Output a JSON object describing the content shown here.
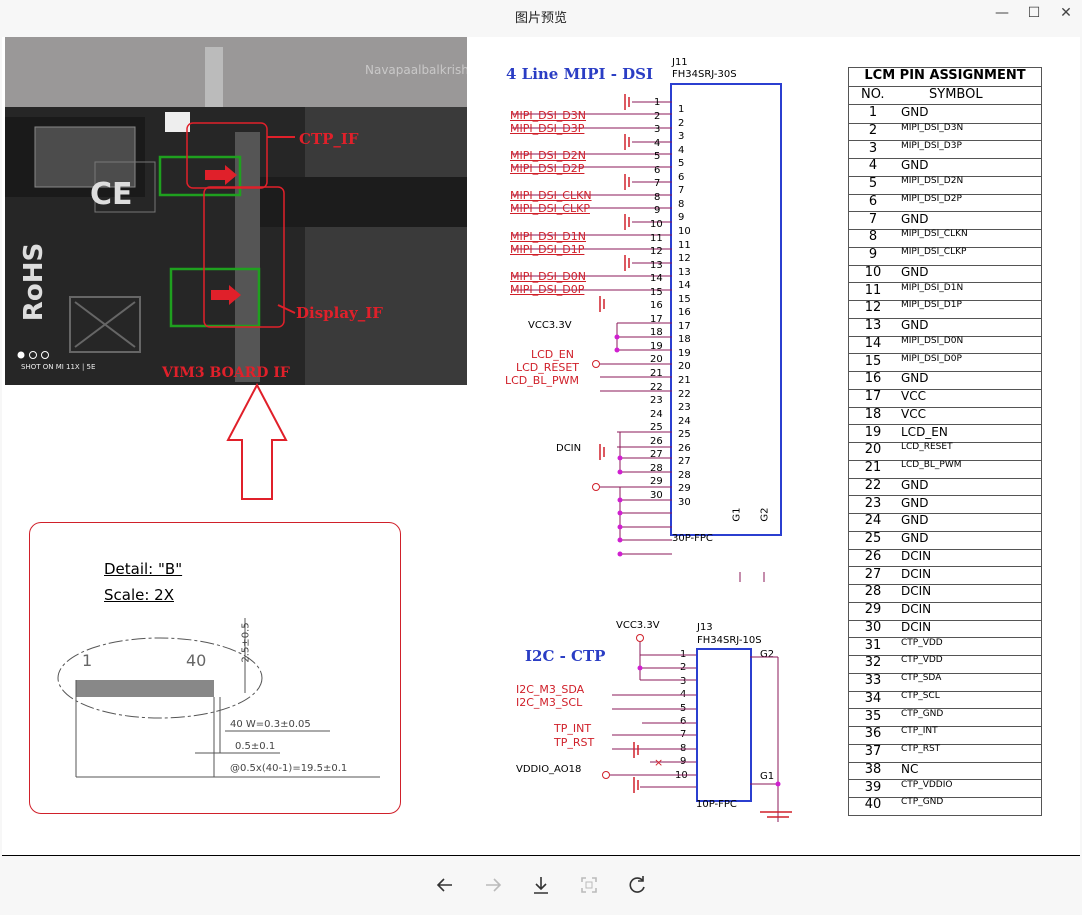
{
  "window": {
    "title": "图片预览",
    "minimize": "—",
    "maximize": "☐",
    "close": "✕"
  },
  "photo": {
    "watermark": "Navapaalbalkrishna",
    "labels": {
      "ctp_if": "CTP_IF",
      "display_if": "Display_IF",
      "board_if": "VIM3 BOARD IF"
    },
    "shot_on": "SHOT ON MI 11X | 5E",
    "rohs": "RoHS",
    "ce": "CE"
  },
  "detail": {
    "title": "Detail: \"B\"",
    "scale": "Scale: 2X",
    "pin1": "1",
    "pin40": "40",
    "dim_height": "2.5±0.5",
    "dim_w": "40  W=0.3±0.05",
    "dim_gap": "0.5±0.1",
    "dim_total": "@0.5x(40-1)=19.5±0.1"
  },
  "schematic": {
    "mipi_title": "4 Line MIPI - DSI",
    "j11_ref": "J11",
    "j11_part": "FH34SRJ-30S",
    "j11_footprint": "30P-FPC",
    "g1": "G1",
    "g2": "G2",
    "signals_left": [
      {
        "name": "MIPI_DSI_D3N",
        "pin": "2"
      },
      {
        "name": "MIPI_DSI_D3P",
        "pin": "3"
      },
      {
        "name": "MIPI_DSI_D2N",
        "pin": "5"
      },
      {
        "name": "MIPI_DSI_D2P",
        "pin": "6"
      },
      {
        "name": "MIPI_DSI_CLKN",
        "pin": "8"
      },
      {
        "name": "MIPI_DSI_CLKP",
        "pin": "9"
      },
      {
        "name": "MIPI_DSI_D1N",
        "pin": "11"
      },
      {
        "name": "MIPI_DSI_D1P",
        "pin": "12"
      },
      {
        "name": "MIPI_DSI_D0N",
        "pin": "14"
      },
      {
        "name": "MIPI_DSI_D0P",
        "pin": "15"
      }
    ],
    "vcc33": "VCC3.3V",
    "lcd_en": "LCD_EN",
    "lcd_reset": "LCD_RESET",
    "lcd_bl_pwm": "LCD_BL_PWM",
    "dcin": "DCIN",
    "i2c_title": "I2C - CTP",
    "j13_ref": "J13",
    "j13_part": "FH34SRJ-10S",
    "j13_footprint": "10P-FPC",
    "i2c_sda": "I2C_M3_SDA",
    "i2c_scl": "I2C_M3_SCL",
    "tp_int": "TP_INT",
    "tp_rst": "TP_RST",
    "vddio": "VDDIO_AO18",
    "vcc33_2": "VCC3.3V"
  },
  "lcm": {
    "title": "LCM PIN ASSIGNMENT",
    "col_no": "NO.",
    "col_symbol": "SYMBOL",
    "rows": [
      [
        "1",
        "GND"
      ],
      [
        "2",
        "MIPI_DSI_D3N"
      ],
      [
        "3",
        "MIPI_DSI_D3P"
      ],
      [
        "4",
        "GND"
      ],
      [
        "5",
        "MIPI_DSI_D2N"
      ],
      [
        "6",
        "MIPI_DSI_D2P"
      ],
      [
        "7",
        "GND"
      ],
      [
        "8",
        "MIPI_DSI_CLKN"
      ],
      [
        "9",
        "MIPI_DSI_CLKP"
      ],
      [
        "10",
        "GND"
      ],
      [
        "11",
        "MIPI_DSI_D1N"
      ],
      [
        "12",
        "MIPI_DSI_D1P"
      ],
      [
        "13",
        "GND"
      ],
      [
        "14",
        "MIPI_DSI_D0N"
      ],
      [
        "15",
        "MIPI_DSI_D0P"
      ],
      [
        "16",
        "GND"
      ],
      [
        "17",
        "VCC"
      ],
      [
        "18",
        "VCC"
      ],
      [
        "19",
        "LCD_EN"
      ],
      [
        "20",
        "LCD_RESET"
      ],
      [
        "21",
        "LCD_BL_PWM"
      ],
      [
        "22",
        "GND"
      ],
      [
        "23",
        "GND"
      ],
      [
        "24",
        "GND"
      ],
      [
        "25",
        "GND"
      ],
      [
        "26",
        "DCIN"
      ],
      [
        "27",
        "DCIN"
      ],
      [
        "28",
        "DCIN"
      ],
      [
        "29",
        "DCIN"
      ],
      [
        "30",
        "DCIN"
      ],
      [
        "31",
        "CTP_VDD"
      ],
      [
        "32",
        "CTP_VDD"
      ],
      [
        "33",
        "CTP_SDA"
      ],
      [
        "34",
        "CTP_SCL"
      ],
      [
        "35",
        "CTP_GND"
      ],
      [
        "36",
        "CTP_INT"
      ],
      [
        "37",
        "CTP_RST"
      ],
      [
        "38",
        "NC"
      ],
      [
        "39",
        "CTP_VDDIO"
      ],
      [
        "40",
        "CTP_GND"
      ]
    ]
  },
  "toolbar": {
    "prev": "arrow-left-icon",
    "next": "arrow-right-icon",
    "download": "download-icon",
    "fit": "fit-screen-icon",
    "rotate": "rotate-icon"
  },
  "colors": {
    "schematic_red": "#d0202a",
    "wire_purple": "#8b1a5a",
    "box_blue": "#2b3fd0",
    "title_blue": "#2a3dc4",
    "magenta": "#d020d0"
  }
}
